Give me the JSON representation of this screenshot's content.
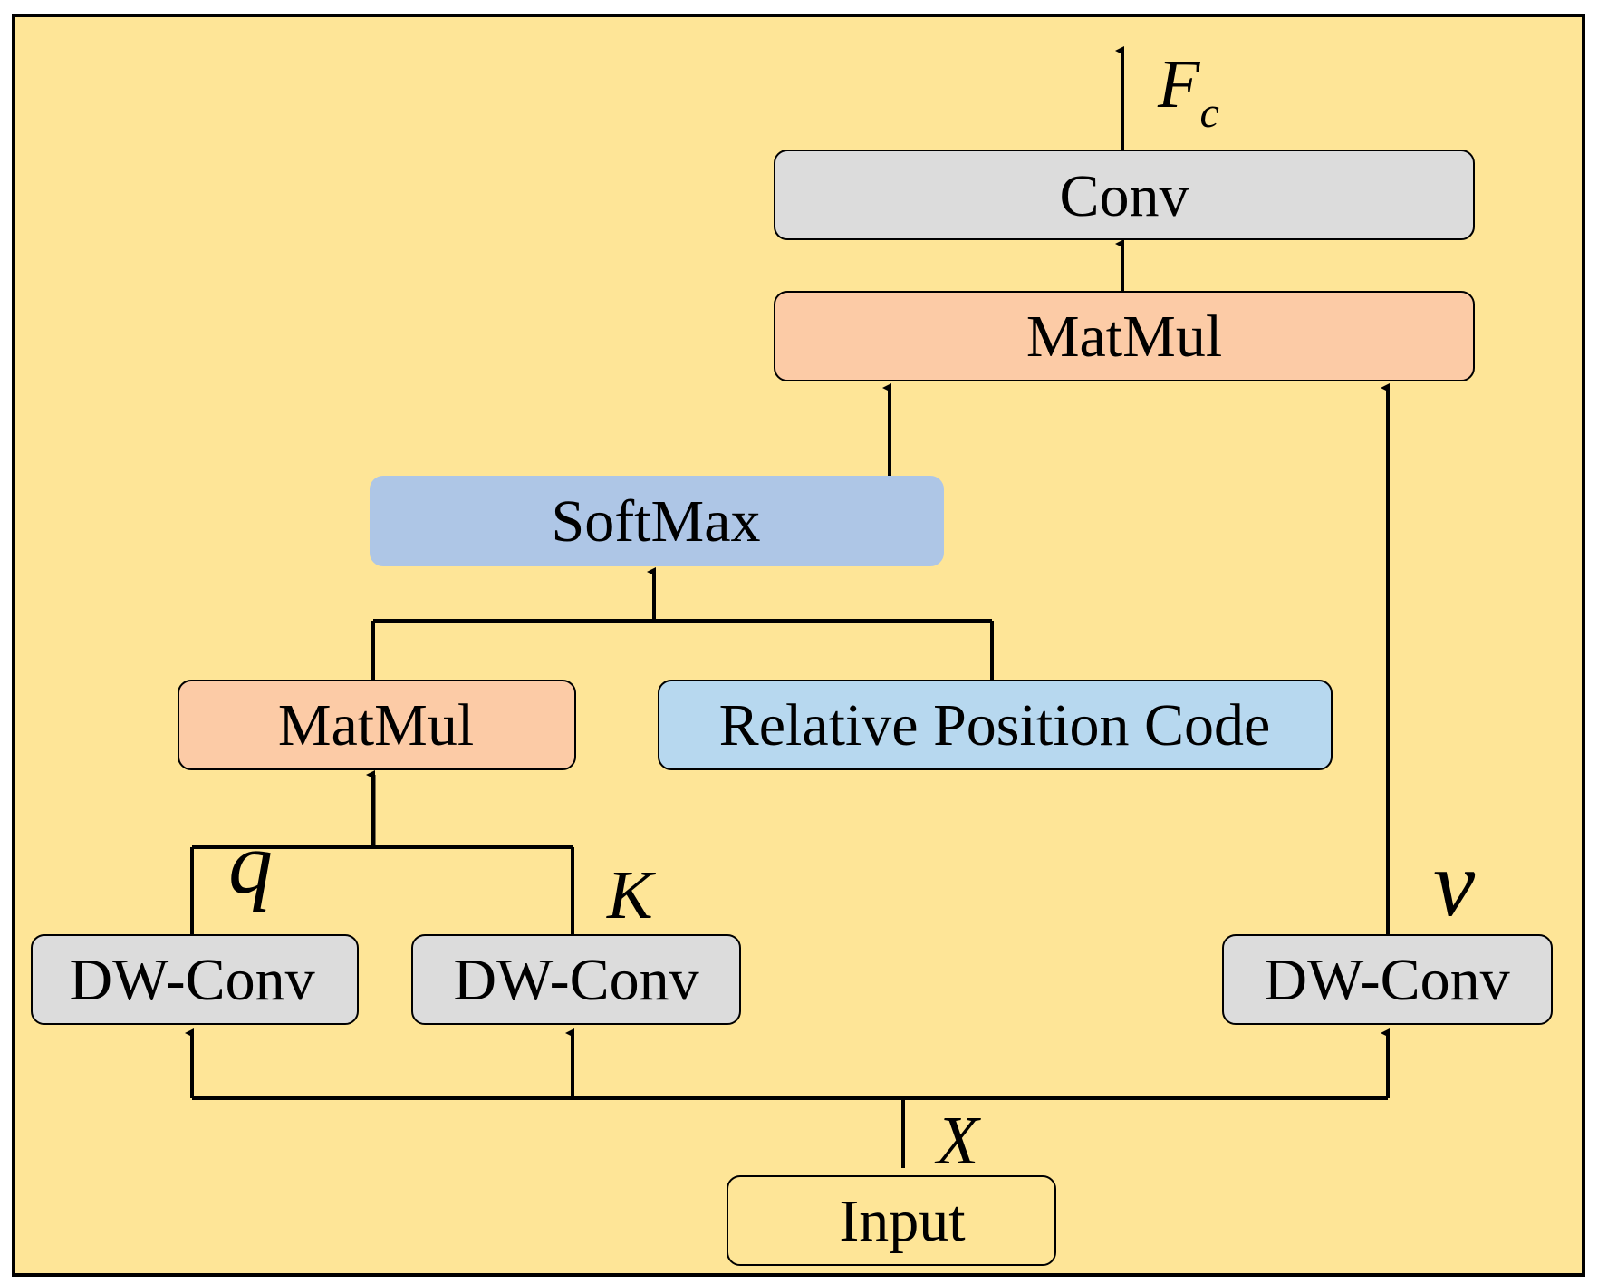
{
  "colors": {
    "background": "#FEE597",
    "conv_fill": "#DCDCDC",
    "matmul_fill": "#FCCBA6",
    "softmax_fill": "#AEC6E6",
    "rpc_fill": "#B7D8EF",
    "input_fill": "#FEE597",
    "stroke": "#000000"
  },
  "boxes": {
    "conv": "Conv",
    "matmul_top": "MatMul",
    "softmax": "SoftMax",
    "matmul_left": "MatMul",
    "relative_position_code": "Relative Position Code",
    "dwconv_q": "DW-Conv",
    "dwconv_k": "DW-Conv",
    "dwconv_v": "DW-Conv",
    "input": "Input"
  },
  "labels": {
    "output_main": "F",
    "output_sub": "c",
    "q": "q",
    "k": "K",
    "v": "v",
    "x": "X"
  }
}
